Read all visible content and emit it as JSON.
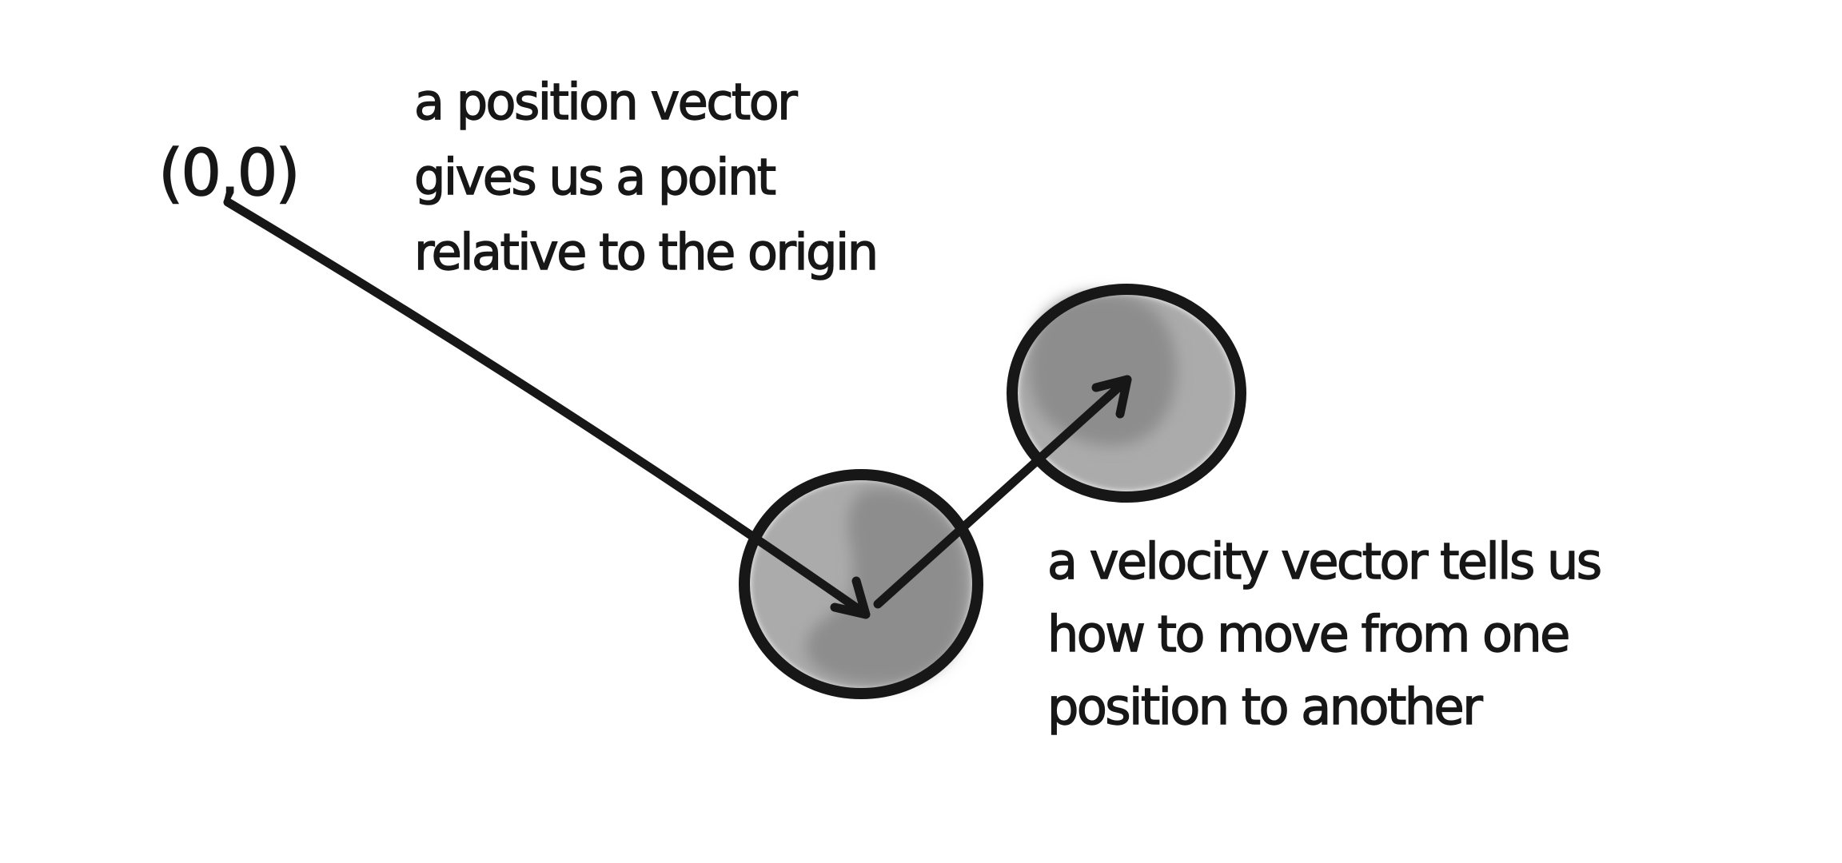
{
  "figure": {
    "origin_label": "(0,0)",
    "position_caption": {
      "lines": [
        "a position vector",
        "gives us a point",
        "relative to the origin"
      ]
    },
    "velocity_caption": {
      "lines": [
        "a velocity vector tells us",
        "how to move from one",
        "position to another"
      ]
    },
    "colors": {
      "background": "#ffffff",
      "ink": "#171717",
      "circle_fill": "#ababab",
      "circle_blob": "#8d8d8d"
    }
  }
}
